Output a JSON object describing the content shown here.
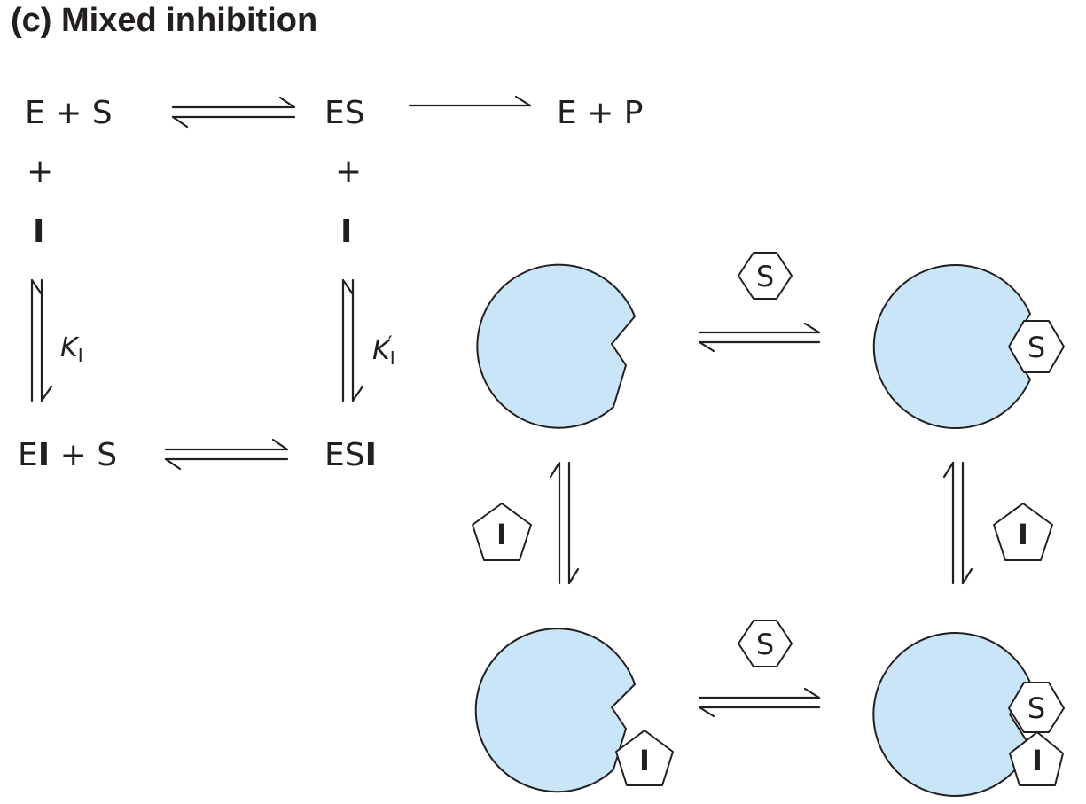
{
  "title": "(c) Mixed inhibition",
  "equations": {
    "e_plus_s": "E + S",
    "es": "ES",
    "e_plus_p": "E + P",
    "plus_left": "+",
    "plus_right": "+",
    "inhibitor_left": "I",
    "inhibitor_right": "I",
    "ei_plus_s_e": "E",
    "ei_plus_s_i": "I",
    "ei_plus_s_rest": " + S",
    "esi_es": "ES",
    "esi_i": "I",
    "ki_k": "K",
    "ki_sub": "I",
    "ki_prime_k": "K",
    "ki_prime_sub": "I",
    "ki_prime_mark": "′"
  },
  "cartoon": {
    "substrate_label": "S",
    "inhibitor_label": "I",
    "colors": {
      "enzyme_fill": "#c8e6f7",
      "stroke": "#231f20"
    }
  }
}
